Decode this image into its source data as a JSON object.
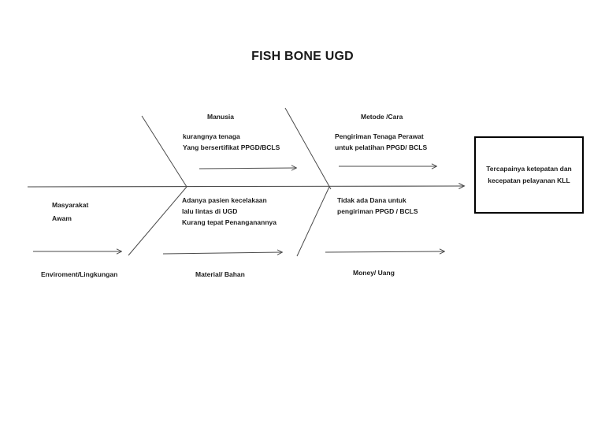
{
  "title": "FISH BONE UGD",
  "colors": {
    "line": "#4a4a4a",
    "text": "#1c1c1c",
    "box_border": "#000000",
    "background": "#ffffff"
  },
  "effect_box": {
    "line1": "Tercapainya ketepatan dan",
    "line2": "kecepatan pelayanan KLL"
  },
  "branches": {
    "manusia": {
      "label": "Manusia",
      "causes": [
        "kurangnya tenaga",
        "Yang bersertifikat PPGD/BCLS"
      ]
    },
    "metode": {
      "label": "Metode /Cara",
      "causes": [
        "Pengiriman Tenaga Perawat",
        "untuk pelatihan PPGD/ BCLS"
      ]
    },
    "environment": {
      "label": "Enviroment/Lingkungan",
      "causes": [
        "Masyarakat",
        "Awam"
      ]
    },
    "material": {
      "label": "Material/ Bahan",
      "causes": [
        "Adanya pasien kecelakaan",
        "lalu lintas di UGD",
        "Kurang tepat Penanganannya"
      ]
    },
    "money": {
      "label": "Money/ Uang",
      "causes": [
        "Tidak ada Dana untuk",
        "pengiriman PPGD / BCLS"
      ]
    }
  }
}
